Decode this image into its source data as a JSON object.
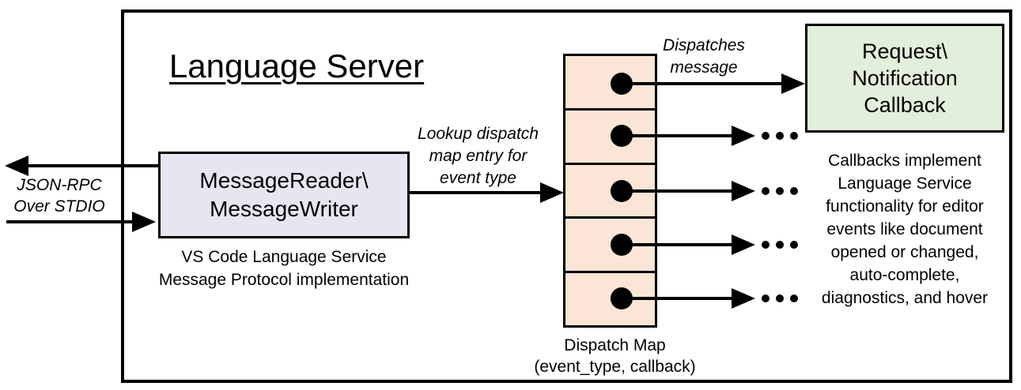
{
  "diagram": {
    "title": "Language Server"
  },
  "io_label": {
    "line1": "JSON-RPC",
    "line2": "Over STDIO"
  },
  "message_box": {
    "line1": "MessageReader\\",
    "line2": "MessageWriter",
    "caption1": "VS Code Language Service",
    "caption2": "Message Protocol implementation"
  },
  "lookup_label": {
    "line1": "Lookup dispatch",
    "line2": "map entry for",
    "line3": "event type"
  },
  "dispatches_label": {
    "line1": "Dispatches",
    "line2": "message"
  },
  "callback_box": {
    "line1": "Request\\",
    "line2": "Notification",
    "line3": "Callback"
  },
  "dispatch_map": {
    "caption1": "Dispatch Map",
    "caption2": "(event_type, callback)",
    "rows": 5
  },
  "callbacks_note": {
    "lines": [
      "Callbacks implement",
      "Language Service",
      "functionality for editor",
      "events like document",
      "opened or changed,",
      "auto-complete,",
      "diagnostics, and hover"
    ]
  },
  "colors": {
    "message_box_fill": "#E7E6F0",
    "dispatch_map_fill": "#FBE5D6",
    "callback_box_fill": "#E2EFDA",
    "line_color": "#000000",
    "background": "#FFFFFF"
  }
}
